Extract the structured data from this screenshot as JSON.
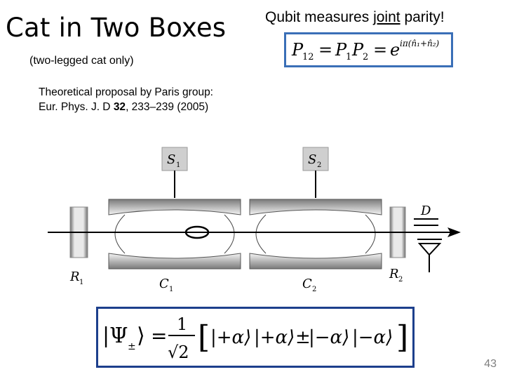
{
  "slide": {
    "title": "Cat in Two Boxes",
    "subtitle": "(two-legged cat only)",
    "qubit_prefix": "Qubit measures ",
    "qubit_underlined": "joint",
    "qubit_suffix": " parity!",
    "reference_line1": "Theoretical proposal by Paris group:",
    "reference_prefix": "Eur. Phys. J. D ",
    "reference_volume": "32",
    "reference_suffix": ", 233–239 (2005)",
    "page_number": "43"
  },
  "parity_equation": {
    "lhs": "P",
    "lhs_sub": "12",
    "eq": "=",
    "p1": "P",
    "p1_sub": "1",
    "p2": "P",
    "p2_sub": "2",
    "eq2": "=",
    "base": "e",
    "exponent": "iπ(n̂₁+n̂₂)"
  },
  "diagram": {
    "labels": {
      "s1": "S",
      "s1_sub": "1",
      "s2": "S",
      "s2_sub": "2",
      "r1": "R",
      "r1_sub": "1",
      "r2": "R",
      "r2_sub": "2",
      "c1": "C",
      "c1_sub": "1",
      "c2": "C",
      "c2_sub": "2",
      "d": "D"
    },
    "colors": {
      "mirror_dark": "#8a8a8a",
      "mirror_light": "#f2f2f2",
      "plate": "#c8c8c8",
      "beam": "#000000"
    }
  },
  "state_equation": {
    "psi": "|Ψ",
    "psi_sub": "±",
    "rangle": "⟩",
    "eq": "=",
    "frac_num": "1",
    "frac_den": "√2",
    "lbracket": "[",
    "ket1": "|+α⟩",
    "ket2": "|+α⟩",
    "pm": "±",
    "ket3": "|−α⟩",
    "ket4": "|−α⟩",
    "rbracket": "]"
  },
  "colors": {
    "parity_box_border": "#3a6fb7",
    "state_box_border": "#1d3f8c",
    "page_number": "#7f7f7f"
  }
}
